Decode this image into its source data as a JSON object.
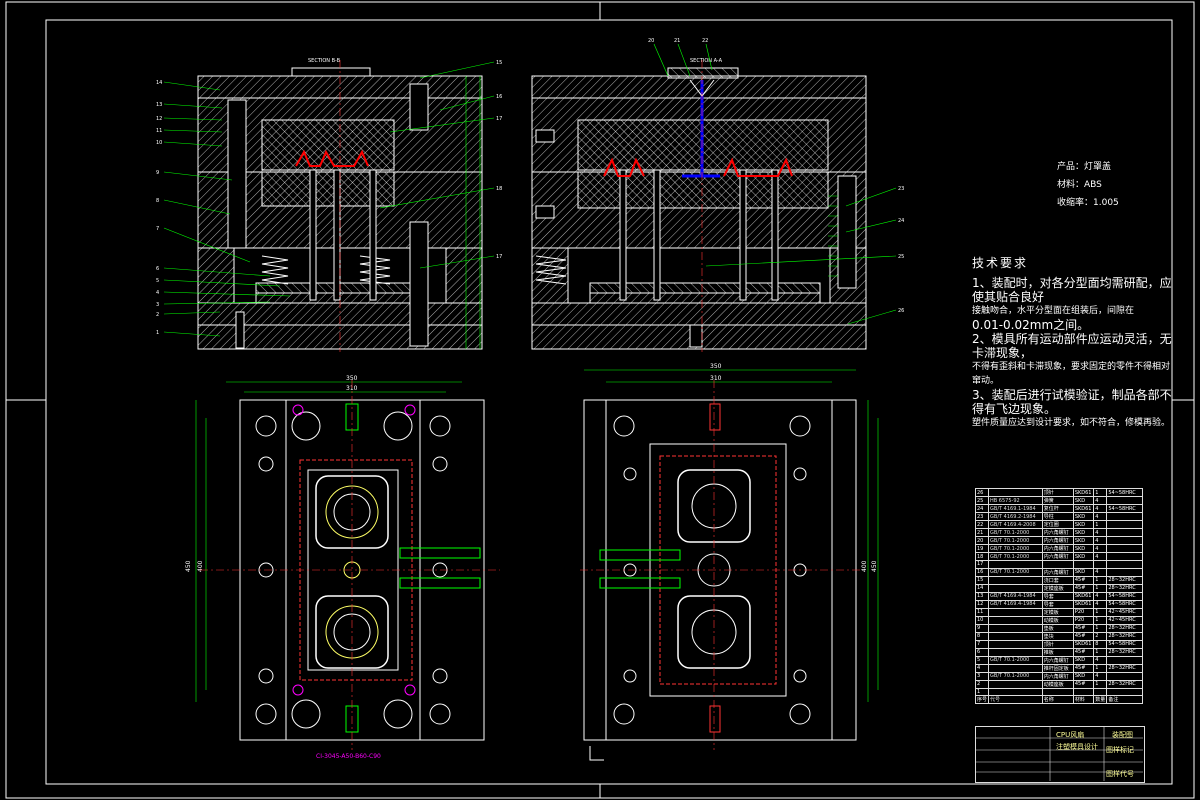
{
  "product": {
    "name_line": "产品：灯罩盖",
    "material_line": "材料：ABS",
    "shrink_line": "收缩率：1.005"
  },
  "tech_notes": {
    "title": "技术要求",
    "lines": [
      "1、装配时，对各分型面均需研配，应使其贴合良好",
      "接触吻合，水平分型面在组装后，间隙在",
      "0.01-0.02mm之间。",
      "2、模具所有运动部件应运动灵活，无卡滞现象，",
      "不得有歪斜和卡滞现象，要求固定的零件不得相对窜动。",
      "3、装配后进行试模验证，制品各部不得有飞边现象。",
      "塑件质量应达到设计要求，如不符合，修模再验。"
    ]
  },
  "section_labels": {
    "left": "SECTION B-B",
    "right": "SECTION A-A"
  },
  "mold_label": "CI-3045-A50-B60-C90",
  "balloons_left": [
    "14",
    "13",
    "12",
    "11",
    "10",
    "9",
    "8",
    "7",
    "6",
    "5",
    "4",
    "3",
    "2",
    "1"
  ],
  "balloons_left_right": [
    "15",
    "16",
    "17",
    "18",
    "17"
  ],
  "balloons_right_top": [
    "20",
    "21",
    "22"
  ],
  "balloons_right_side": [
    "23",
    "24",
    "25",
    "26"
  ],
  "dims": {
    "top_left": [
      "350",
      "310"
    ],
    "top_right": [
      "350",
      "310"
    ],
    "side_left": [
      "450",
      "400"
    ],
    "side_right": [
      "400",
      "450"
    ]
  },
  "bom_rows": [
    {
      "n": "26",
      "std": "",
      "name": "顶针",
      "mat": "SKD61",
      "q": "1",
      "hd": "54~58HRC"
    },
    {
      "n": "25",
      "std": "HB 6575-92",
      "name": "弹簧",
      "mat": "SKD",
      "q": "4",
      "hd": ""
    },
    {
      "n": "24",
      "std": "GB/T 4169.1-1984",
      "name": "复位杆",
      "mat": "SKD61",
      "q": "4",
      "hd": "54~58HRC"
    },
    {
      "n": "23",
      "std": "GB/T 4169.2-1984",
      "name": "导柱",
      "mat": "SKD",
      "q": "4",
      "hd": ""
    },
    {
      "n": "22",
      "std": "GB/T 4169.4-2008",
      "name": "定位圈",
      "mat": "SKD",
      "q": "1",
      "hd": ""
    },
    {
      "n": "21",
      "std": "GB/T 70.1-2000",
      "name": "内六角螺钉",
      "mat": "SKD",
      "q": "4",
      "hd": ""
    },
    {
      "n": "20",
      "std": "GB/T 70.1-2000",
      "name": "内六角螺钉",
      "mat": "SKD",
      "q": "4",
      "hd": ""
    },
    {
      "n": "19",
      "std": "GB/T 70.1-2000",
      "name": "内六角螺钉",
      "mat": "SKD",
      "q": "4",
      "hd": ""
    },
    {
      "n": "18",
      "std": "GB/T 70.1-2000",
      "name": "内六角螺钉",
      "mat": "SKD",
      "q": "4",
      "hd": ""
    },
    {
      "n": "17",
      "std": "",
      "name": "",
      "mat": "",
      "q": "",
      "hd": ""
    },
    {
      "n": "16",
      "std": "GB/T 70.1-2000",
      "name": "内六角螺钉",
      "mat": "SKD",
      "q": "4",
      "hd": ""
    },
    {
      "n": "15",
      "std": "",
      "name": "浇口套",
      "mat": "45#",
      "q": "1",
      "hd": "28~32HRC"
    },
    {
      "n": "14",
      "std": "",
      "name": "定模座板",
      "mat": "45#",
      "q": "1",
      "hd": "28~32HRC"
    },
    {
      "n": "13",
      "std": "GB/T 4169.4-1984",
      "name": "导套",
      "mat": "SKD61",
      "q": "4",
      "hd": "54~58HRC"
    },
    {
      "n": "12",
      "std": "GB/T 4169.4-1984",
      "name": "导套",
      "mat": "SKD61",
      "q": "4",
      "hd": "54~58HRC"
    },
    {
      "n": "11",
      "std": "",
      "name": "定模板",
      "mat": "P20",
      "q": "1",
      "hd": "42~45HRC"
    },
    {
      "n": "10",
      "std": "",
      "name": "动模板",
      "mat": "P20",
      "q": "1",
      "hd": "42~45HRC"
    },
    {
      "n": "9",
      "std": "",
      "name": "垫板",
      "mat": "45#",
      "q": "1",
      "hd": "28~32HRC"
    },
    {
      "n": "8",
      "std": "",
      "name": "垫块",
      "mat": "45#",
      "q": "2",
      "hd": "28~32HRC"
    },
    {
      "n": "7",
      "std": "",
      "name": "顶针",
      "mat": "SKD61",
      "q": "8",
      "hd": "54~58HRC"
    },
    {
      "n": "6",
      "std": "",
      "name": "推板",
      "mat": "45#",
      "q": "1",
      "hd": "28~32HRC"
    },
    {
      "n": "5",
      "std": "GB/T 70.1-2000",
      "name": "内六角螺钉",
      "mat": "SKD",
      "q": "4",
      "hd": ""
    },
    {
      "n": "4",
      "std": "",
      "name": "推杆固定板",
      "mat": "45#",
      "q": "1",
      "hd": "28~32HRC"
    },
    {
      "n": "3",
      "std": "GB/T 70.1-2000",
      "name": "内六角螺钉",
      "mat": "SKD",
      "q": "4",
      "hd": ""
    },
    {
      "n": "2",
      "std": "",
      "name": "动模座板",
      "mat": "45#",
      "q": "1",
      "hd": "28~32HRC"
    },
    {
      "n": "1",
      "std": "",
      "name": "",
      "mat": "",
      "q": "",
      "hd": ""
    }
  ],
  "bom_header": {
    "n": "序号",
    "std": "代号",
    "name": "名称",
    "mat": "材料",
    "q": "数量",
    "hd": "备注"
  },
  "title_block": {
    "line1": "CPU风扇",
    "line2": "注塑模具设计",
    "line3": "装配图",
    "line4": "图样标记",
    "line5": "图样代号"
  },
  "colors": {
    "background": "#000000",
    "outline": "#ffffff",
    "hatch": "#ffffff",
    "leader": "#00ff00",
    "dim": "#00ff00",
    "center": "#ff3333",
    "red_parts": "#ff0000",
    "blue_parts": "#0000ff",
    "magenta": "#ff00ff",
    "yellow": "#ffff66"
  }
}
